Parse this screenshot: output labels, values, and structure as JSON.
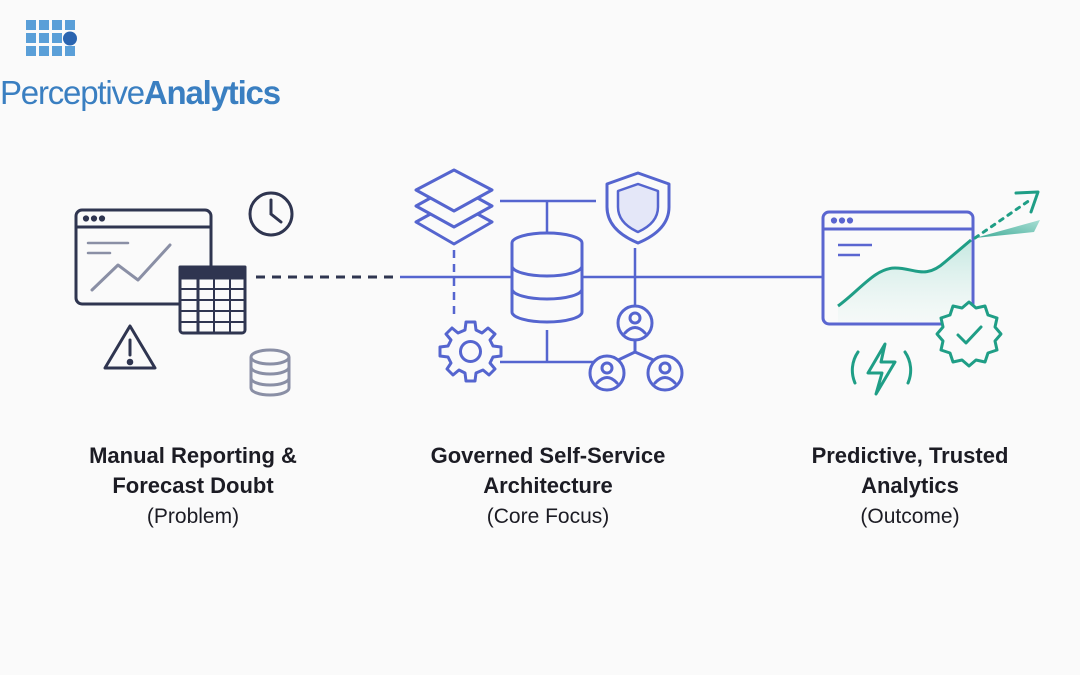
{
  "logo": {
    "light": "Perceptive",
    "bold": "Analytics"
  },
  "stages": [
    {
      "title_line1": "Manual Reporting &",
      "title_line2": "Forecast Doubt",
      "subtitle": "(Problem)"
    },
    {
      "title_line1": "Governed Self-Service",
      "title_line2": "Architecture",
      "subtitle": "(Core Focus)"
    },
    {
      "title_line1": "Predictive, Trusted",
      "title_line2": "Analytics",
      "subtitle": "(Outcome)"
    }
  ],
  "icons": {
    "problem": [
      "browser-chart-icon",
      "clock-icon",
      "spreadsheet-icon",
      "warning-icon",
      "database-icon"
    ],
    "core": [
      "layers-icon",
      "shield-icon",
      "database-icon",
      "gear-icon",
      "user-network-icon"
    ],
    "outcome": [
      "browser-area-chart-icon",
      "trend-arrow-icon",
      "verified-badge-icon",
      "lightning-icon"
    ]
  },
  "colors": {
    "background": "#fafafa",
    "problem_stroke": "#2f3550",
    "core_stroke": "#5565cf",
    "outcome_stroke": "#5a66d0",
    "outcome_accent": "#1f9e86",
    "logo_blue": "#3a7fc1",
    "text": "#1c1c24"
  }
}
